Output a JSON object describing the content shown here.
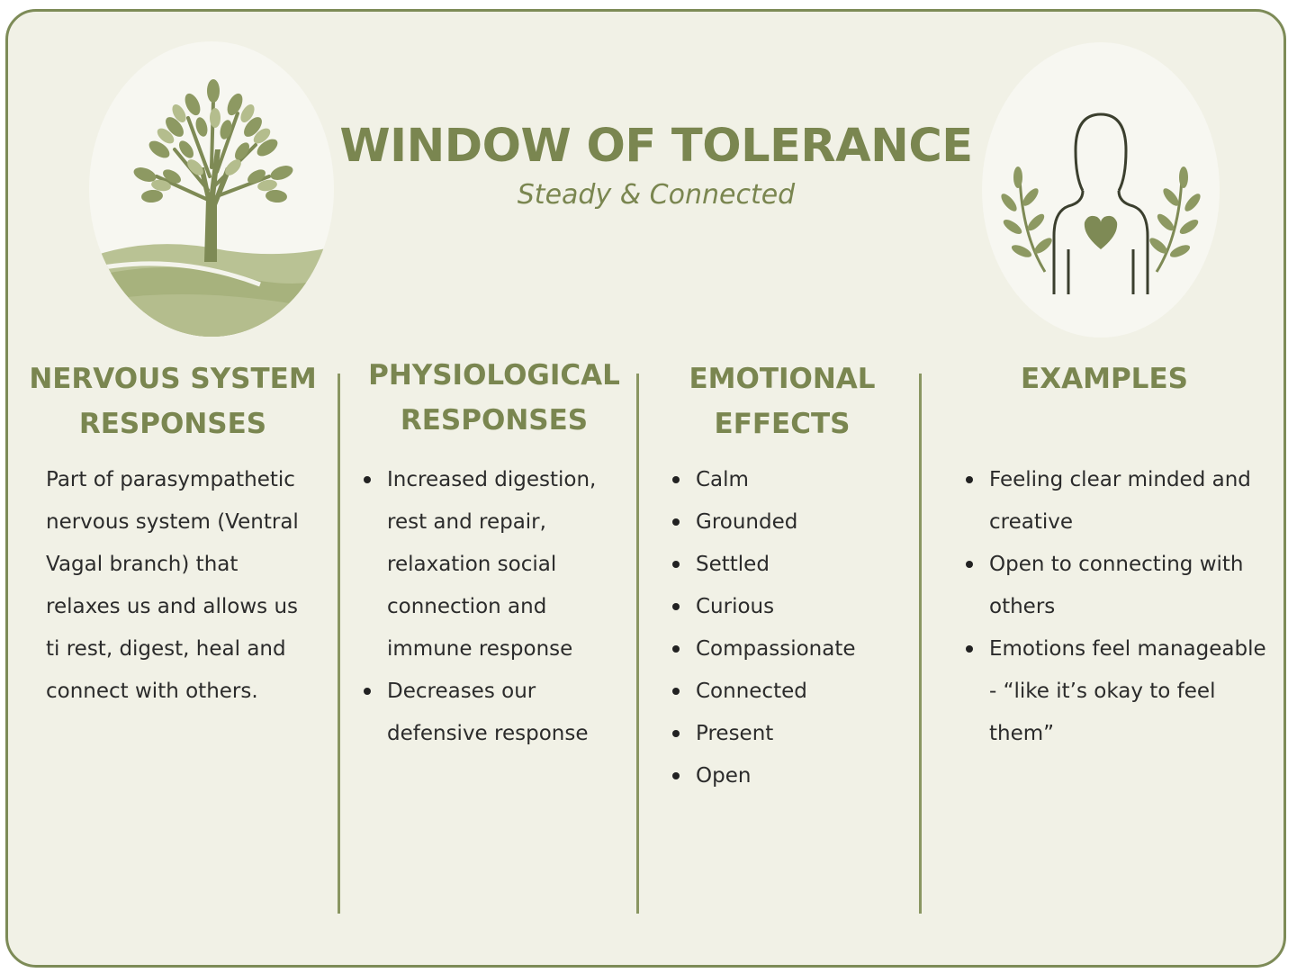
{
  "header": {
    "title": "WINDOW OF TOLERANCE",
    "subtitle": "Steady & Connected"
  },
  "illustrations": {
    "left": "tree-on-hills-icon",
    "right": "person-with-heart-and-laurels-icon"
  },
  "colors": {
    "accent": "#7a8650",
    "background": "#f1f1e6",
    "border": "#7d8b57",
    "medallion": "#f7f7f1"
  },
  "columns": {
    "nervous_system": {
      "heading": "NERVOUS SYSTEM RESPONSES",
      "text": "Part of parasympathetic nervous system (Ventral Vagal branch) that relaxes us and allows us ti rest, digest, heal and connect with others."
    },
    "physiological": {
      "heading": "PHYSIOLOGICAL RESPONSES",
      "items": [
        "Increased digestion, rest and repair, relaxation social connection and immune response",
        "Decreases our defensive response"
      ]
    },
    "emotional": {
      "heading": "EMOTIONAL EFFECTS",
      "items": [
        "Calm",
        "Grounded",
        "Settled",
        "Curious",
        "Compassionate",
        "Connected",
        "Present",
        "Open"
      ]
    },
    "examples": {
      "heading": "EXAMPLES",
      "items": [
        "Feeling clear minded and creative",
        "Open to connecting with others",
        "Emotions feel manageable - “like it’s okay to feel them”"
      ]
    }
  }
}
